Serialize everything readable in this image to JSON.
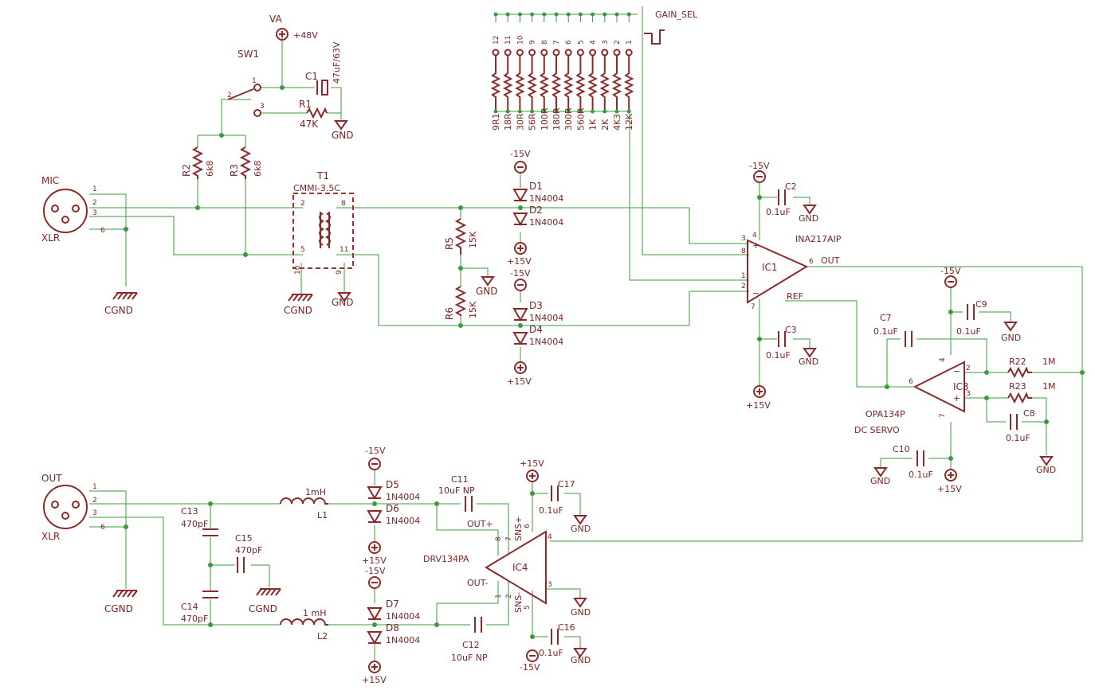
{
  "labels": {
    "va": "VA",
    "p48": "+48V",
    "sw1": "SW1",
    "c1": "C1",
    "c1v": "47uF/63V",
    "r1": "R1",
    "r1v": "47K",
    "gnd": "GND",
    "cgnd": "CGND",
    "r2": "R2",
    "r2v": "6k8",
    "r3": "R3",
    "r3v": "6k8",
    "mic": "MIC",
    "xlr": "XLR",
    "out_conn": "OUT",
    "t1": "T1",
    "t1v": "CMMI-3.5C",
    "r5": "R5",
    "r5v": "15K",
    "r6": "R6",
    "r6v": "15K",
    "d1": "D1",
    "d2": "D2",
    "d3": "D3",
    "d4": "D4",
    "d5": "D5",
    "d6": "D6",
    "d7": "D7",
    "d8": "D8",
    "diode": "1N4004",
    "m15": "-15V",
    "p15": "+15V",
    "gain_sel": "GAIN_SEL",
    "ic1": "IC1",
    "ic1v": "INA217AIP",
    "out": "OUT",
    "ref": "REF",
    "c2": "C2",
    "c3": "C3",
    "c9": "C9",
    "c7": "C7",
    "c8": "C8",
    "c10": "C10",
    "c17": "C17",
    "c16": "C16",
    "c01": "0.1uF",
    "ic3": "IC3",
    "opa": "OPA134P",
    "dcservo": "DC SERVO",
    "r22": "R22",
    "r23": "R23",
    "r1m": "1M",
    "l1": "L1",
    "l1v": "1mH",
    "l2": "L2",
    "l2v": "1 mH",
    "c13": "C13",
    "c14": "C14",
    "c15": "C15",
    "c470": "470pF",
    "c11": "C11",
    "c12": "C12",
    "c10unp": "10uF NP",
    "outp": "OUT+",
    "outm": "OUT-",
    "snsp": "SNS+",
    "snsm": "SNS-",
    "ic4": "IC4",
    "drv": "DRV134PA"
  },
  "gain_resistors": [
    "9R1",
    "18R",
    "30R",
    "56R",
    "100R",
    "180R",
    "300R",
    "560R",
    "1K",
    "2K",
    "4K3",
    "12K"
  ],
  "gain_pins": [
    "12",
    "11",
    "10",
    "9",
    "8",
    "7",
    "6",
    "5",
    "4",
    "3",
    "2",
    "1"
  ],
  "colors": {
    "wire": "#3c9a3c",
    "symbol": "#8a2a2a",
    "text": "#7a2525"
  }
}
